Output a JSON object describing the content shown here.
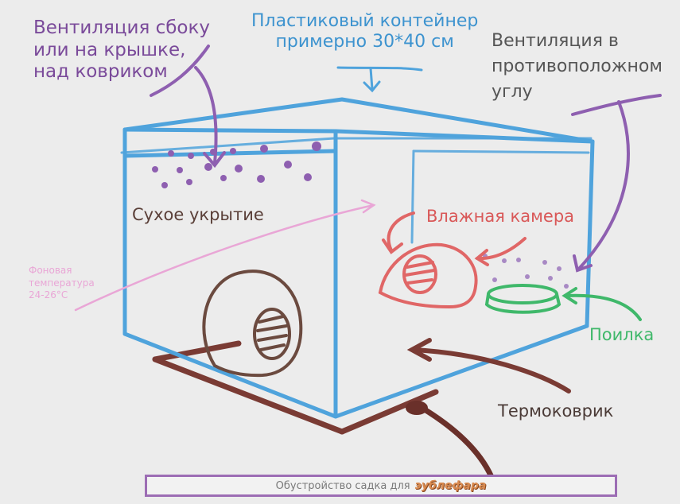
{
  "colors": {
    "background": "#ececec",
    "container": "#4fa3dc",
    "ventilation": "#8e5fb0",
    "dry_hide": "#6b4a3f",
    "wet_chamber": "#e06666",
    "water_bowl": "#3fb86a",
    "heat_mat": "#7a3b34",
    "temperature": "#e9a6d6",
    "caption_border": "#9c6db4",
    "caption_brand": "#d98a4f"
  },
  "labels": {
    "ventilation_side": [
      "Вентиляция сбоку",
      "или на крышке,",
      "над ковриком"
    ],
    "container": [
      "Пластиковый контейнер",
      "примерно 30*40 см"
    ],
    "ventilation_opposite": [
      "Вентиляция в",
      "противоположном",
      "углу"
    ],
    "dry_hide": "Сухое укрытие",
    "wet_chamber": "Влажная камера",
    "background_temp": [
      "Фоновая",
      "температура",
      "24-26°C"
    ],
    "water_bowl": "Поилка",
    "heat_mat": "Термоковрик"
  },
  "caption": {
    "text": "Обустройство садка для",
    "brand": "эублефара"
  }
}
